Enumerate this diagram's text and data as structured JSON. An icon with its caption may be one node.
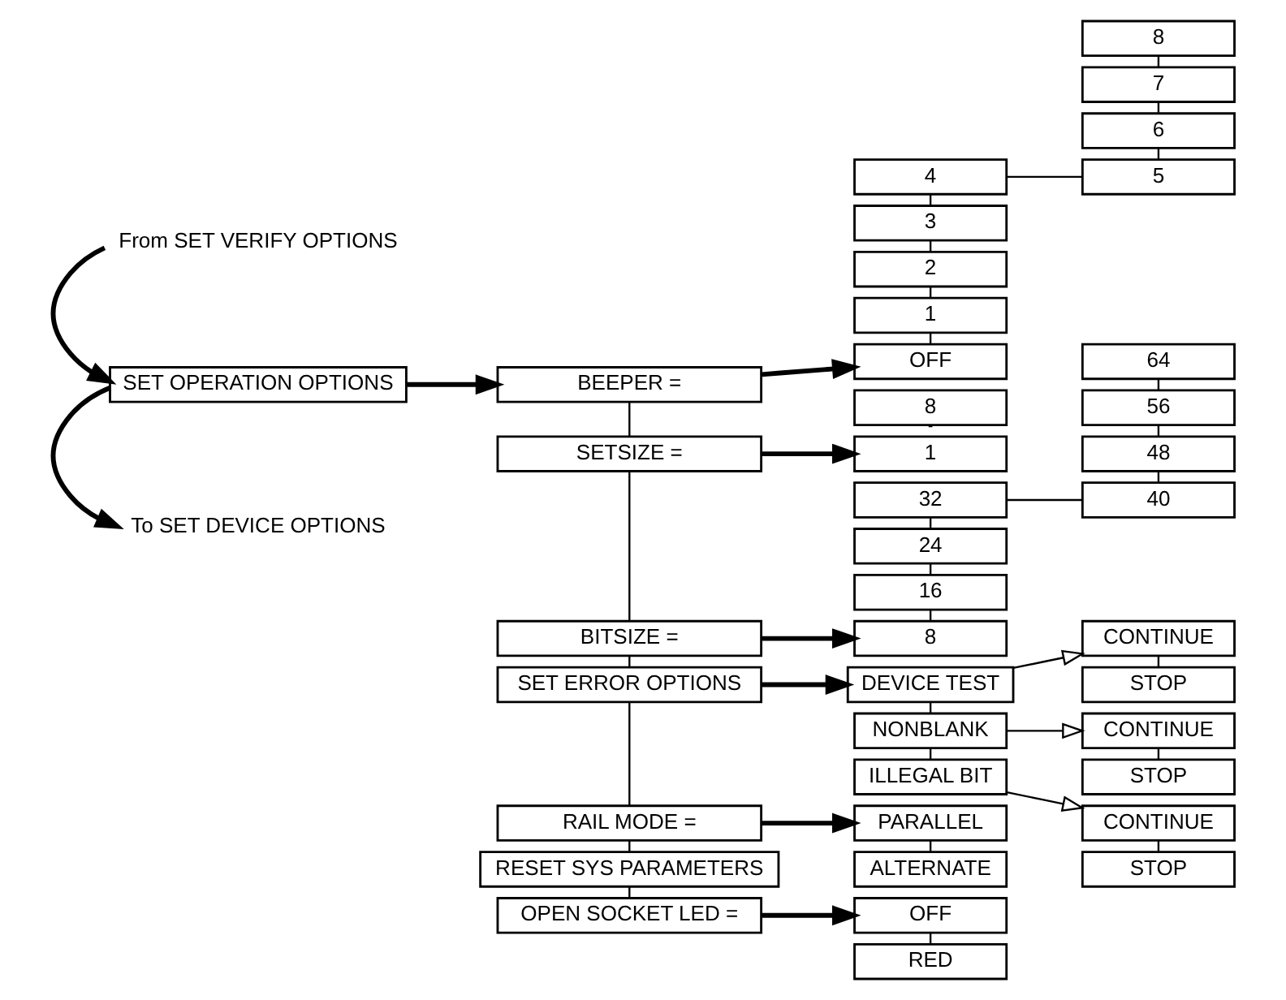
{
  "diagram": {
    "nodes": [
      {
        "text": [
          "From SET VERIFY OPTIONS"
        ]
      },
      {
        "text": [
          "SET OPERATION OPTIONS"
        ]
      },
      {
        "text": [
          "To SET DEVICE OPTIONS"
        ]
      },
      {
        "text": [
          "BEEPER ="
        ]
      },
      {
        "text": [
          "4"
        ]
      },
      {
        "text": [
          "3"
        ]
      },
      {
        "text": [
          "2"
        ]
      },
      {
        "text": [
          "1"
        ]
      },
      {
        "text": [
          "OFF"
        ]
      },
      {
        "text": [
          "8"
        ]
      },
      {
        "text": [
          "7"
        ]
      },
      {
        "text": [
          "6"
        ]
      },
      {
        "text": [
          "5"
        ]
      },
      {
        "text": [
          "SETSIZE ="
        ]
      },
      {
        "text": [
          "8"
        ]
      },
      {
        "text": [
          "1"
        ]
      },
      {
        "text": [
          "BITSIZE ="
        ]
      },
      {
        "text": [
          "32"
        ]
      },
      {
        "text": [
          "24"
        ]
      },
      {
        "text": [
          "16"
        ]
      },
      {
        "text": [
          "8"
        ]
      },
      {
        "text": [
          "64"
        ]
      },
      {
        "text": [
          "56"
        ]
      },
      {
        "text": [
          "48"
        ]
      },
      {
        "text": [
          "40"
        ]
      },
      {
        "text": [
          "SET ERROR OPTIONS"
        ]
      },
      {
        "text": [
          "DEVICE TEST"
        ]
      },
      {
        "text": [
          "CONTINUE"
        ]
      },
      {
        "text": [
          "STOP"
        ]
      },
      {
        "text": [
          "NONBLANK"
        ]
      },
      {
        "text": [
          "CONTINUE"
        ]
      },
      {
        "text": [
          "STOP"
        ]
      },
      {
        "text": [
          "ILLEGAL BIT"
        ]
      },
      {
        "text": [
          "CONTINUE"
        ]
      },
      {
        "text": [
          "STOP"
        ]
      },
      {
        "text": [
          "RAIL MODE ="
        ]
      },
      {
        "text": [
          "PARALLEL"
        ]
      },
      {
        "text": [
          "ALTERNATE"
        ]
      },
      {
        "text": [
          "RESET SYS PARAMETERS"
        ]
      },
      {
        "text": [
          "OPEN SOCKET LED ="
        ]
      },
      {
        "text": [
          "OFF"
        ]
      },
      {
        "text": [
          "RED"
        ]
      }
    ],
    "edges": [
      {
        "from": 0,
        "to": 1,
        "arrow": "to",
        "style": "thick"
      },
      {
        "from": 1,
        "to": 2,
        "arrow": "to",
        "style": "thick"
      },
      {
        "from": 1,
        "to": 3,
        "arrow": "to",
        "style": "thick"
      },
      {
        "from": 3,
        "to": 8,
        "arrow": "to",
        "style": "thick"
      },
      {
        "from": 4,
        "to": 5,
        "arrow": "none"
      },
      {
        "from": 5,
        "to": 6,
        "arrow": "none"
      },
      {
        "from": 6,
        "to": 7,
        "arrow": "none"
      },
      {
        "from": 7,
        "to": 8,
        "arrow": "none"
      },
      {
        "from": 4,
        "to": 12,
        "arrow": "none"
      },
      {
        "from": 9,
        "to": 10,
        "arrow": "none"
      },
      {
        "from": 10,
        "to": 11,
        "arrow": "none"
      },
      {
        "from": 11,
        "to": 12,
        "arrow": "none"
      },
      {
        "from": 3,
        "to": 13,
        "arrow": "none"
      },
      {
        "from": 13,
        "to": 15,
        "arrow": "to",
        "style": "thick"
      },
      {
        "from": 14,
        "to": 15,
        "arrow": "none",
        "style": "dashed"
      },
      {
        "from": 13,
        "to": 16,
        "arrow": "none"
      },
      {
        "from": 16,
        "to": 20,
        "arrow": "to",
        "style": "thick"
      },
      {
        "from": 17,
        "to": 18,
        "arrow": "none"
      },
      {
        "from": 18,
        "to": 19,
        "arrow": "none"
      },
      {
        "from": 19,
        "to": 20,
        "arrow": "none"
      },
      {
        "from": 17,
        "to": 24,
        "arrow": "none"
      },
      {
        "from": 21,
        "to": 22,
        "arrow": "none"
      },
      {
        "from": 22,
        "to": 23,
        "arrow": "none"
      },
      {
        "from": 23,
        "to": 24,
        "arrow": "none"
      },
      {
        "from": 16,
        "to": 25,
        "arrow": "none"
      },
      {
        "from": 25,
        "to": 26,
        "arrow": "to",
        "style": "thick"
      },
      {
        "from": 26,
        "to": 27,
        "arrow": "to"
      },
      {
        "from": 27,
        "to": 28,
        "arrow": "none"
      },
      {
        "from": 26,
        "to": 29,
        "arrow": "none"
      },
      {
        "from": 29,
        "to": 30,
        "arrow": "to"
      },
      {
        "from": 30,
        "to": 31,
        "arrow": "none"
      },
      {
        "from": 29,
        "to": 32,
        "arrow": "none"
      },
      {
        "from": 32,
        "to": 33,
        "arrow": "to"
      },
      {
        "from": 33,
        "to": 34,
        "arrow": "none"
      },
      {
        "from": 25,
        "to": 35,
        "arrow": "none"
      },
      {
        "from": 35,
        "to": 36,
        "arrow": "to",
        "style": "thick"
      },
      {
        "from": 36,
        "to": 37,
        "arrow": "none"
      },
      {
        "from": 35,
        "to": 38,
        "arrow": "none"
      },
      {
        "from": 38,
        "to": 39,
        "arrow": "none"
      },
      {
        "from": 39,
        "to": 40,
        "arrow": "to",
        "style": "thick"
      },
      {
        "from": 40,
        "to": 41,
        "arrow": "none"
      }
    ]
  }
}
